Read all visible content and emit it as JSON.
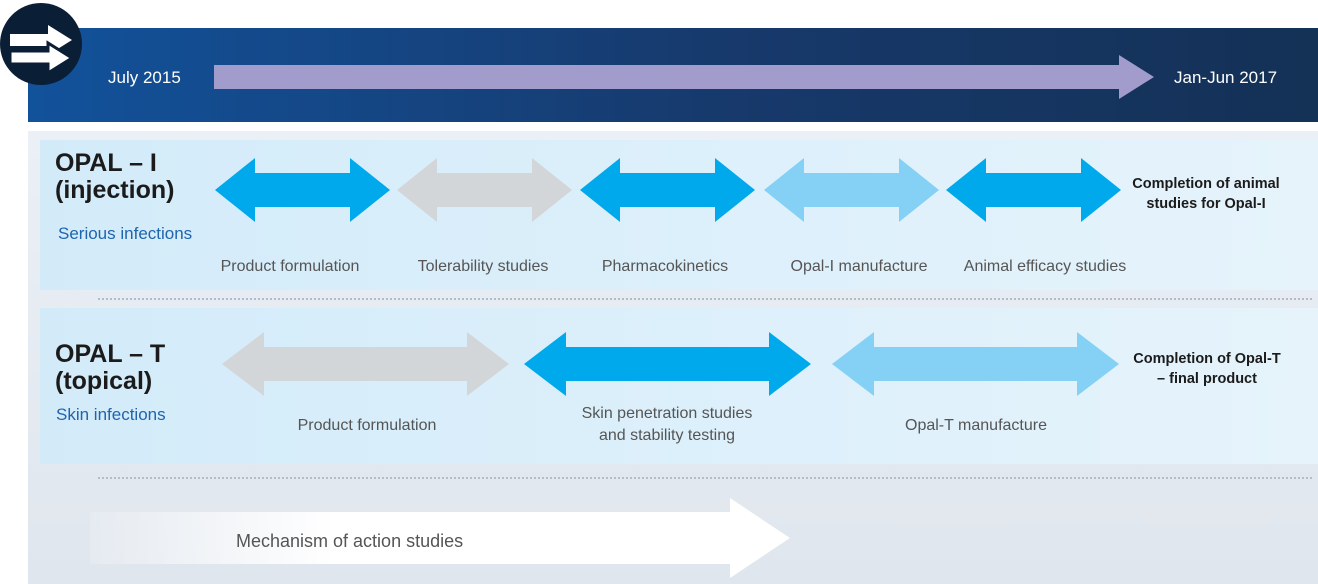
{
  "timeline": {
    "start": "July 2015",
    "end": "Jan-Jun 2017"
  },
  "logo": {
    "icon": "double-right-arrow-icon",
    "color": "#0a1e36"
  },
  "colors": {
    "active": "#00a9ec",
    "light": "#84d1f5",
    "inactive": "#d3d6d9",
    "banner": "#17396b",
    "subtitle": "#1f64ad"
  },
  "opal_i": {
    "title_line1": "OPAL – I",
    "title_line2": "(injection)",
    "subtitle": "Serious infections",
    "stages": [
      {
        "label": "Product formulation",
        "status": "active"
      },
      {
        "label": "Tolerability studies",
        "status": "inactive"
      },
      {
        "label": "Pharmacokinetics",
        "status": "active"
      },
      {
        "label": "Opal-I manufacture",
        "status": "light"
      },
      {
        "label": "Animal efficacy studies",
        "status": "active"
      }
    ],
    "completion_line1": "Completion of animal",
    "completion_line2": "studies for Opal-I"
  },
  "opal_t": {
    "title_line1": "OPAL – T",
    "title_line2": "(topical)",
    "subtitle": "Skin infections",
    "stages": [
      {
        "label": "Product formulation",
        "status": "inactive"
      },
      {
        "label_line1": "Skin penetration studies",
        "label_line2": "and stability testing",
        "status": "active"
      },
      {
        "label": "Opal-T manufacture",
        "status": "light"
      }
    ],
    "completion_line1": "Completion of Opal-T",
    "completion_line2": "– final product"
  },
  "mechanism": {
    "label": "Mechanism of action studies"
  }
}
